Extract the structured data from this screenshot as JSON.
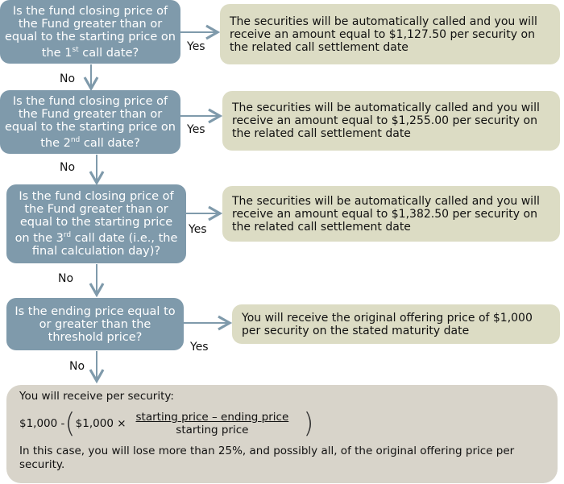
{
  "questions": [
    {
      "text": "Is the fund closing price of the Fund greater than or equal to the starting price on the ",
      "ord_num": "1",
      "ord_sup": "st",
      "tail": " call date?"
    },
    {
      "text": "Is the fund closing price of the Fund greater than or equal to the starting price on the ",
      "ord_num": "2",
      "ord_sup": "nd",
      "tail": " call date?"
    },
    {
      "text": "Is the fund closing price of the Fund greater than or equal to the starting price on the ",
      "ord_num": "3",
      "ord_sup": "rd",
      "tail": " call date (i.e., the final calculation day)?"
    },
    {
      "text": "Is the ending price equal to or greater than the threshold price?"
    }
  ],
  "answers": [
    "The securities will be automatically called and you will receive an amount equal to $1,127.50 per security on the related call settlement date",
    "The securities will be automatically called and you will receive an amount equal to $1,255.00 per security on the related call settlement date",
    "The securities will be automatically called and you will receive an amount equal to $1,382.50 per security on the related call settlement date",
    "You will receive the original offering price of $1,000 per security on the stated maturity date"
  ],
  "yes_label": "Yes",
  "no_label": "No",
  "final": {
    "intro": "You will receive per security:",
    "formula_lead": "$1,000 -",
    "formula_inner": "$1,000 ×",
    "numerator": "starting price – ending price",
    "denominator": "starting price",
    "note": "In this case, you will lose more than 25%, and possibly all, of the original offering price per security."
  },
  "colors": {
    "question": "#7f9aab",
    "answer": "#dcdcc4",
    "final": "#d8d4ca",
    "arrow": "#7f9aab"
  }
}
